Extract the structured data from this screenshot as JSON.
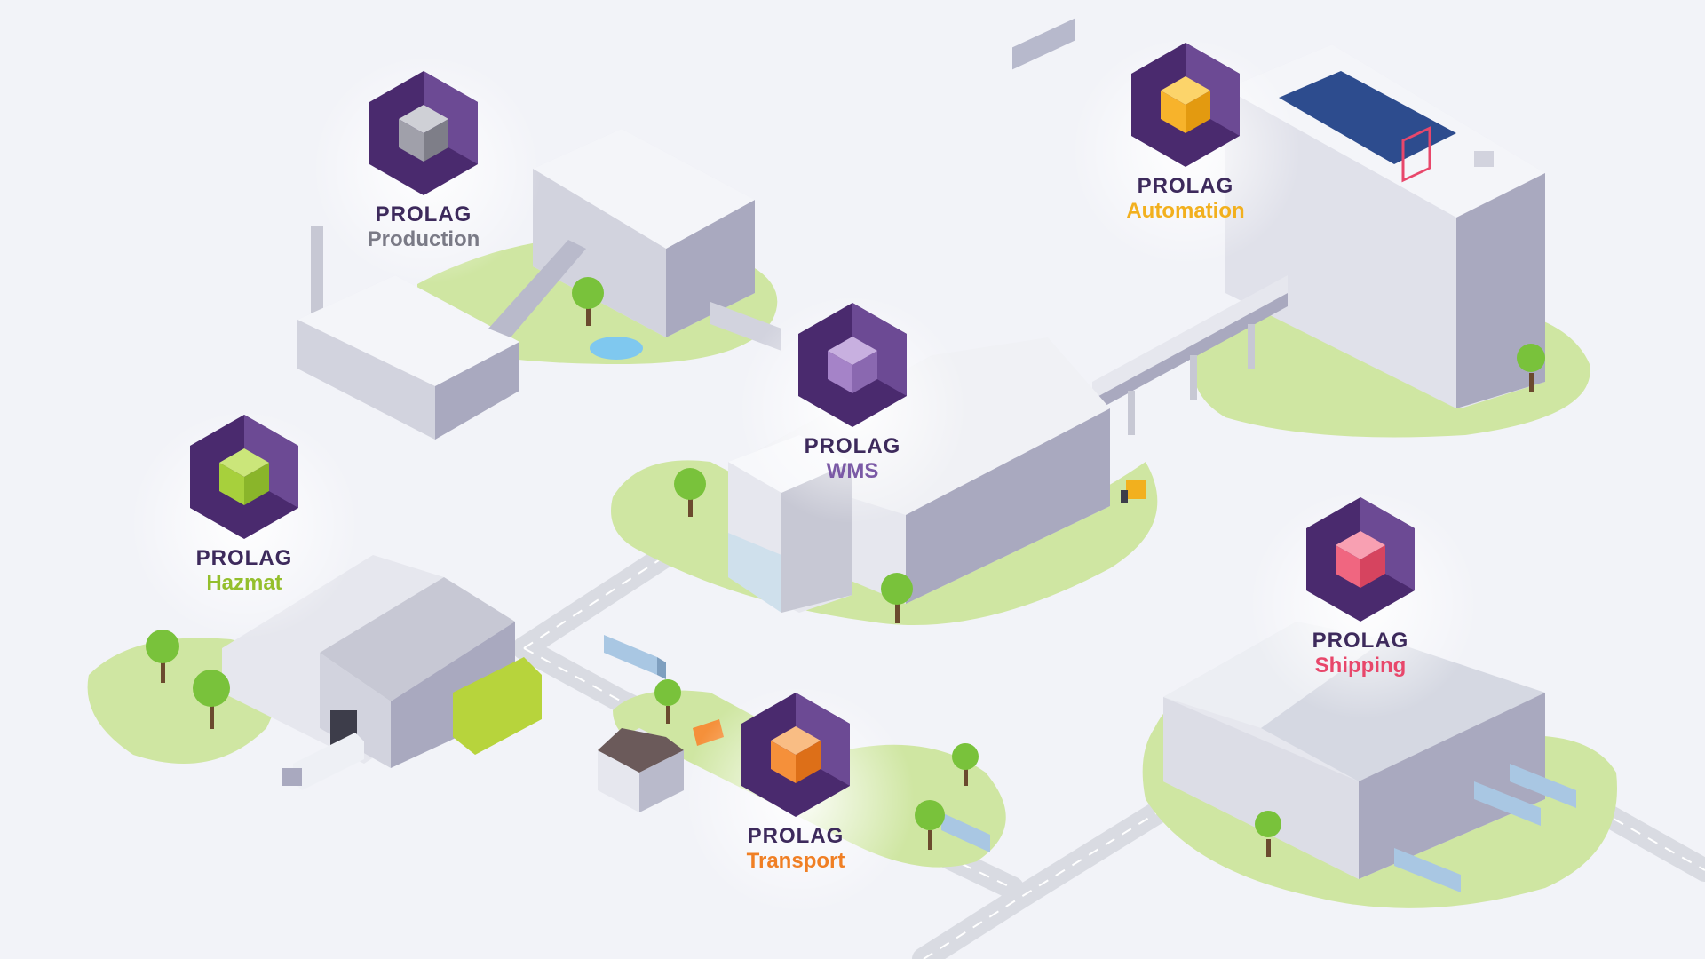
{
  "brand": "PROLAG",
  "colors": {
    "background": "#f2f3f8",
    "hex_dark": "#4a2a6e",
    "hex_light": "#6c4a94",
    "grass": "#cfe6a2",
    "road": "#d9dbe2",
    "building_light": "#e6e7ee",
    "building_dark": "#a9a9bf",
    "tree": "#79c23b"
  },
  "modules": [
    {
      "id": "production",
      "title": "PROLAG",
      "name": "Production",
      "color": "#7a7a86",
      "cube": "#a0a0aa"
    },
    {
      "id": "automation",
      "title": "PROLAG",
      "name": "Automation",
      "color": "#f2b01e",
      "cube": "#f7b32b"
    },
    {
      "id": "wms",
      "title": "PROLAG",
      "name": "WMS",
      "color": "#7b5aa6",
      "cube": "#a583c8"
    },
    {
      "id": "hazmat",
      "title": "PROLAG",
      "name": "Hazmat",
      "color": "#94bf2d",
      "cube": "#a7d03c"
    },
    {
      "id": "shipping",
      "title": "PROLAG",
      "name": "Shipping",
      "color": "#e8476b",
      "cube": "#f06680"
    },
    {
      "id": "transport",
      "title": "PROLAG",
      "name": "Transport",
      "color": "#f07f24",
      "cube": "#f5903a"
    }
  ],
  "icons": [
    "factory-building",
    "warehouse-building",
    "automated-warehouse",
    "hazmat-warehouse",
    "shipping-hall",
    "truck",
    "tree",
    "forklift",
    "conveyor-bridge"
  ]
}
